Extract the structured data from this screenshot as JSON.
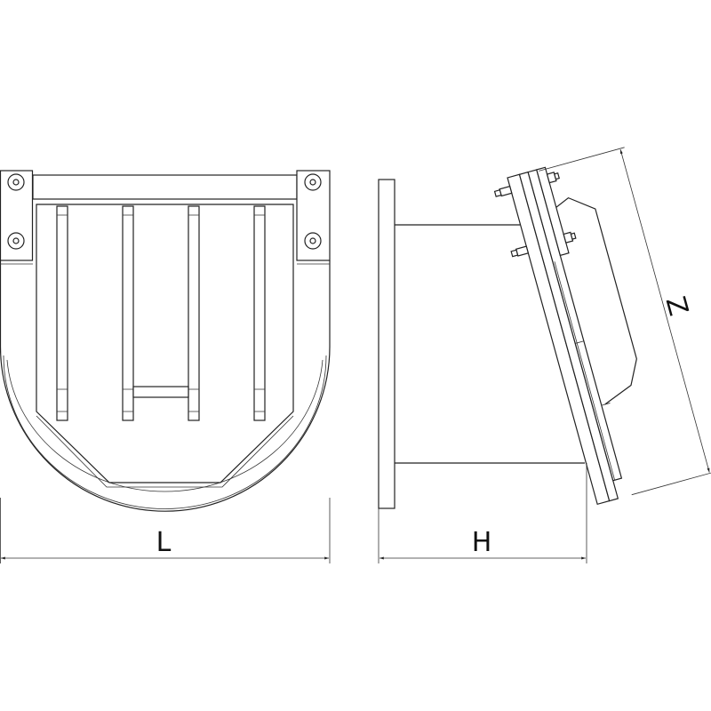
{
  "drawing": {
    "front_view": {
      "dimension_label": "L"
    },
    "side_view": {
      "dimension_label": "H"
    },
    "flap_view": {
      "dimension_label": "Z"
    }
  },
  "colors": {
    "line": "#222222",
    "background": "#ffffff"
  }
}
